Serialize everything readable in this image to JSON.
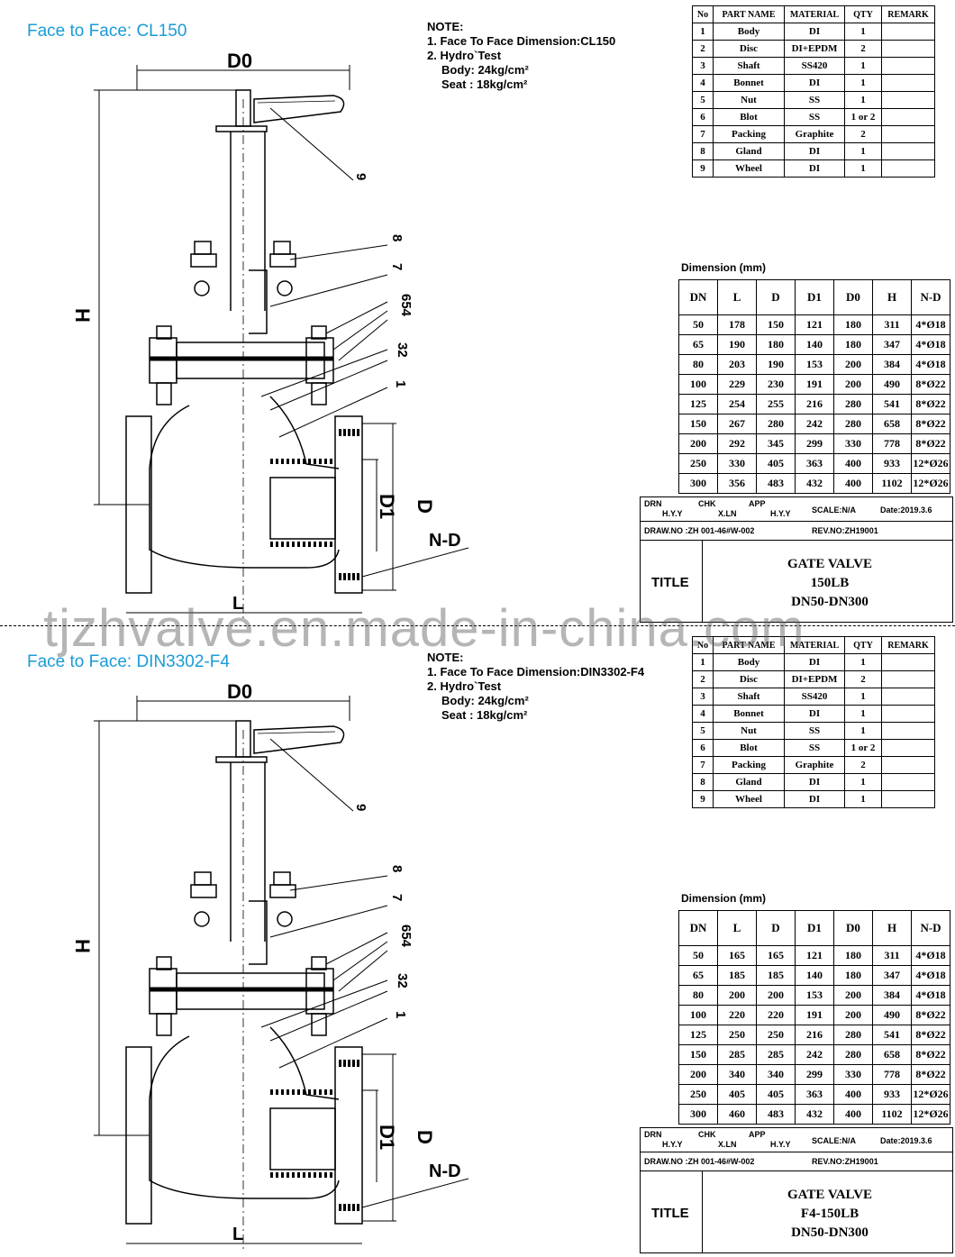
{
  "sheets": [
    {
      "caption": "Face to Face: CL150",
      "notes": {
        "heading": "NOTE:",
        "line1": "1. Face To Face Dimension:CL150",
        "line2": "2. Hydro`Test",
        "line3": "Body: 24kg/cm²",
        "line4": "Seat : 18kg/cm²"
      },
      "labels": {
        "d0": "D0",
        "h": "H",
        "d1": "D1",
        "d": "D",
        "nd": "N-D",
        "l": "L",
        "c9": "9",
        "c8": "8",
        "c7": "7",
        "c654": "654",
        "c32": "32",
        "c1": "1"
      },
      "parts_header": [
        "No",
        "PART NAME",
        "MATERIAL",
        "QTY",
        "REMARK"
      ],
      "parts": [
        [
          "1",
          "Body",
          "DI",
          "1",
          ""
        ],
        [
          "2",
          "Disc",
          "DI+EPDM",
          "2",
          ""
        ],
        [
          "3",
          "Shaft",
          "SS420",
          "1",
          ""
        ],
        [
          "4",
          "Bonnet",
          "DI",
          "1",
          ""
        ],
        [
          "5",
          "Nut",
          "SS",
          "1",
          ""
        ],
        [
          "6",
          "Blot",
          "SS",
          "1 or 2",
          ""
        ],
        [
          "7",
          "Packing",
          "Graphite",
          "2",
          ""
        ],
        [
          "8",
          "Gland",
          "DI",
          "1",
          ""
        ],
        [
          "9",
          "Wheel",
          "DI",
          "1",
          ""
        ]
      ],
      "dim_title": "Dimension  (mm)",
      "dim_header": [
        "DN",
        "L",
        "D",
        "D1",
        "D0",
        "H",
        "N-D"
      ],
      "dims": [
        [
          "50",
          "178",
          "150",
          "121",
          "180",
          "311",
          "4*Ø18"
        ],
        [
          "65",
          "190",
          "180",
          "140",
          "180",
          "347",
          "4*Ø18"
        ],
        [
          "80",
          "203",
          "190",
          "153",
          "200",
          "384",
          "4*Ø18"
        ],
        [
          "100",
          "229",
          "230",
          "191",
          "200",
          "490",
          "8*Ø22"
        ],
        [
          "125",
          "254",
          "255",
          "216",
          "280",
          "541",
          "8*Ø22"
        ],
        [
          "150",
          "267",
          "280",
          "242",
          "280",
          "658",
          "8*Ø22"
        ],
        [
          "200",
          "292",
          "345",
          "299",
          "330",
          "778",
          "8*Ø22"
        ],
        [
          "250",
          "330",
          "405",
          "363",
          "400",
          "933",
          "12*Ø26"
        ],
        [
          "300",
          "356",
          "483",
          "432",
          "400",
          "1102",
          "12*Ø26"
        ]
      ],
      "title_block": {
        "drn": "DRN",
        "drn_val": "H.Y.Y",
        "chk": "CHK",
        "chk_val": "X.LN",
        "app": "APP",
        "app_val": "H.Y.Y",
        "scale": "SCALE:N/A",
        "date": "Date:2019.3.6",
        "draw_no": "DRAW.NO :ZH 001-46#W-002",
        "rev_no": "REV.NO:ZH19001",
        "title_label": "TITLE",
        "title1": "GATE VALVE",
        "title2": "150LB",
        "title3": "DN50-DN300"
      }
    },
    {
      "caption": "Face to Face: DIN3302-F4",
      "notes": {
        "heading": "NOTE:",
        "line1": "1. Face To Face Dimension:DIN3302-F4",
        "line2": "2. Hydro`Test",
        "line3": "Body: 24kg/cm²",
        "line4": "Seat : 18kg/cm²"
      },
      "labels": {
        "d0": "D0",
        "h": "H",
        "d1": "D1",
        "d": "D",
        "nd": "N-D",
        "l": "L",
        "c9": "9",
        "c8": "8",
        "c7": "7",
        "c654": "654",
        "c32": "32",
        "c1": "1"
      },
      "parts_header": [
        "No",
        "PART NAME",
        "MATERIAL",
        "QTY",
        "REMARK"
      ],
      "parts": [
        [
          "1",
          "Body",
          "DI",
          "1",
          ""
        ],
        [
          "2",
          "Disc",
          "DI+EPDM",
          "2",
          ""
        ],
        [
          "3",
          "Shaft",
          "SS420",
          "1",
          ""
        ],
        [
          "4",
          "Bonnet",
          "DI",
          "1",
          ""
        ],
        [
          "5",
          "Nut",
          "SS",
          "1",
          ""
        ],
        [
          "6",
          "Blot",
          "SS",
          "1 or 2",
          ""
        ],
        [
          "7",
          "Packing",
          "Graphite",
          "2",
          ""
        ],
        [
          "8",
          "Gland",
          "DI",
          "1",
          ""
        ],
        [
          "9",
          "Wheel",
          "DI",
          "1",
          ""
        ]
      ],
      "dim_title": "Dimension  (mm)",
      "dim_header": [
        "DN",
        "L",
        "D",
        "D1",
        "D0",
        "H",
        "N-D"
      ],
      "dims": [
        [
          "50",
          "165",
          "165",
          "121",
          "180",
          "311",
          "4*Ø18"
        ],
        [
          "65",
          "185",
          "185",
          "140",
          "180",
          "347",
          "4*Ø18"
        ],
        [
          "80",
          "200",
          "200",
          "153",
          "200",
          "384",
          "4*Ø18"
        ],
        [
          "100",
          "220",
          "220",
          "191",
          "200",
          "490",
          "8*Ø22"
        ],
        [
          "125",
          "250",
          "250",
          "216",
          "280",
          "541",
          "8*Ø22"
        ],
        [
          "150",
          "285",
          "285",
          "242",
          "280",
          "658",
          "8*Ø22"
        ],
        [
          "200",
          "340",
          "340",
          "299",
          "330",
          "778",
          "8*Ø22"
        ],
        [
          "250",
          "405",
          "405",
          "363",
          "400",
          "933",
          "12*Ø26"
        ],
        [
          "300",
          "460",
          "483",
          "432",
          "400",
          "1102",
          "12*Ø26"
        ]
      ],
      "title_block": {
        "drn": "DRN",
        "drn_val": "H.Y.Y",
        "chk": "CHK",
        "chk_val": "X.LN",
        "app": "APP",
        "app_val": "H.Y.Y",
        "scale": "SCALE:N/A",
        "date": "Date:2019.3.6",
        "draw_no": "DRAW.NO :ZH 001-46#W-002",
        "rev_no": "REV.NO:ZH19001",
        "title_label": "TITLE",
        "title1": "GATE VALVE",
        "title2": "F4-150LB",
        "title3": "DN50-DN300"
      }
    }
  ],
  "watermark": "tjzhvalve.en.made-in-china.com"
}
